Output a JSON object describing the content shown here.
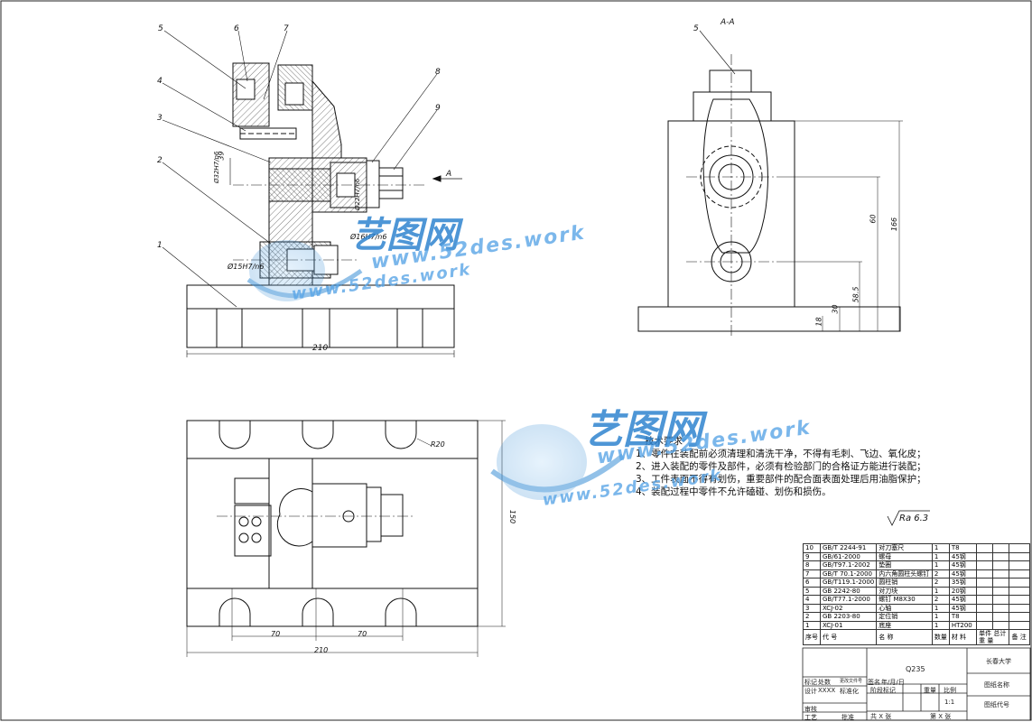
{
  "leaders": [
    "5",
    "6",
    "7",
    "4",
    "3",
    "2",
    "1",
    "8",
    "9"
  ],
  "section_view": {
    "title": "A-A",
    "leader": "5"
  },
  "arrow_label": "A",
  "dimensions": {
    "front": {
      "h39": "39",
      "d32": "Ø32H7/n6",
      "d22": "Ø22H7/n6",
      "d16": "Ø16H7/n6",
      "d15": "Ø15H7/n6",
      "w210": "210"
    },
    "side": {
      "h60": "60",
      "h166": "166",
      "h58_5": "58.5",
      "h30": "30",
      "h18": "18"
    },
    "top": {
      "r20": "R20",
      "h150": "150",
      "w70a": "70",
      "w70b": "70",
      "w210": "210"
    }
  },
  "tech_requirements": {
    "title": "技术要求",
    "items": [
      "1、零件在装配前必须清理和清洗干净，不得有毛刺、飞边、氧化皮；",
      "2、进入装配的零件及部件，必须有检验部门的合格证方能进行装配；",
      "3、工件表面不得有划伤，重要部件的配合面表面处理后用油脂保护；",
      "4、装配过程中零件不允许磕碰、划伤和损伤。"
    ]
  },
  "roughness": "Ra 6.3",
  "watermark": {
    "brand": "艺图网",
    "url": "www.52des.work"
  },
  "bom": {
    "rows": [
      {
        "no": "10",
        "code": "GB/T 2244-91",
        "name": "对刀塞尺",
        "qty": "1",
        "mat": "T8"
      },
      {
        "no": "9",
        "code": "GB/61-2000",
        "name": "螺母",
        "qty": "1",
        "mat": "45钢"
      },
      {
        "no": "8",
        "code": "GB/T97.1-2002",
        "name": "垫圈",
        "qty": "1",
        "mat": "45钢"
      },
      {
        "no": "7",
        "code": "GB/T 70.1-2000",
        "name": "内六角圆柱头螺钉",
        "qty": "2",
        "mat": "45钢"
      },
      {
        "no": "6",
        "code": "GB/T119.1-2000",
        "name": "圆柱销",
        "qty": "2",
        "mat": "35钢"
      },
      {
        "no": "5",
        "code": "GB 2242-80",
        "name": "对刀块",
        "qty": "1",
        "mat": "20钢"
      },
      {
        "no": "4",
        "code": "GB/T77.1-2000",
        "name": "螺钉 M8X30",
        "qty": "2",
        "mat": "45钢"
      },
      {
        "no": "3",
        "code": "XCJ-02",
        "name": "心轴",
        "qty": "1",
        "mat": "45钢"
      },
      {
        "no": "2",
        "code": "GB 2203-80",
        "name": "定位销",
        "qty": "1",
        "mat": "T8"
      },
      {
        "no": "1",
        "code": "XCJ-01",
        "name": "底座",
        "qty": "1",
        "mat": "HT200"
      }
    ],
    "header": {
      "no": "序号",
      "code": "代  号",
      "name": "名  称",
      "qty": "数量",
      "mat": "材  料",
      "unit": "单件",
      "total": "总计",
      "weight": "重  量",
      "note": "备  注"
    }
  },
  "title_block": {
    "material": "Q235",
    "school": "长春大学",
    "drawing_name": "图纸名称",
    "drawing_code": "图纸代号",
    "labels": {
      "mark": "标记",
      "count": "处数",
      "zone": "分区",
      "change_no": "更改文件号",
      "signature": "签名",
      "date": "年/月/日",
      "design": "设计",
      "designer": "XXXX",
      "standardize": "标准化",
      "stage": "阶段标记",
      "weight": "重量",
      "scale": "比例",
      "scale_value": "1:1",
      "review": "审核",
      "process": "工艺",
      "approve": "批准",
      "sheets": "共 X 张",
      "sheet": "第 X 张"
    }
  }
}
